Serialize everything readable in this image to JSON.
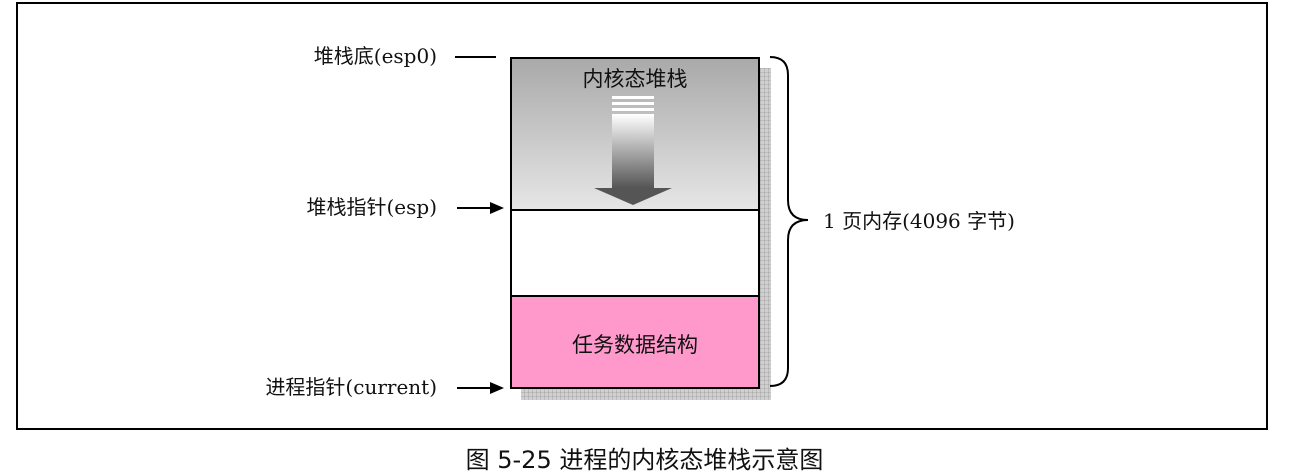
{
  "diagram": {
    "labels": {
      "stack_bottom": "堆栈底(esp0)",
      "stack_pointer": "堆栈指针(esp)",
      "process_pointer": "进程指针(current)",
      "page_size": "1 页内存(4096 字节)"
    },
    "blocks": {
      "kernel_stack": "内核态堆栈",
      "task_struct": "任务数据结构"
    },
    "colors": {
      "stack_gradient_top": "#a9a9a9",
      "stack_gradient_bottom": "#e6e6e6",
      "task_struct_fill": "#ff99cc",
      "shadow": "#bfbfbf"
    }
  },
  "caption": "图 5-25 进程的内核态堆栈示意图"
}
